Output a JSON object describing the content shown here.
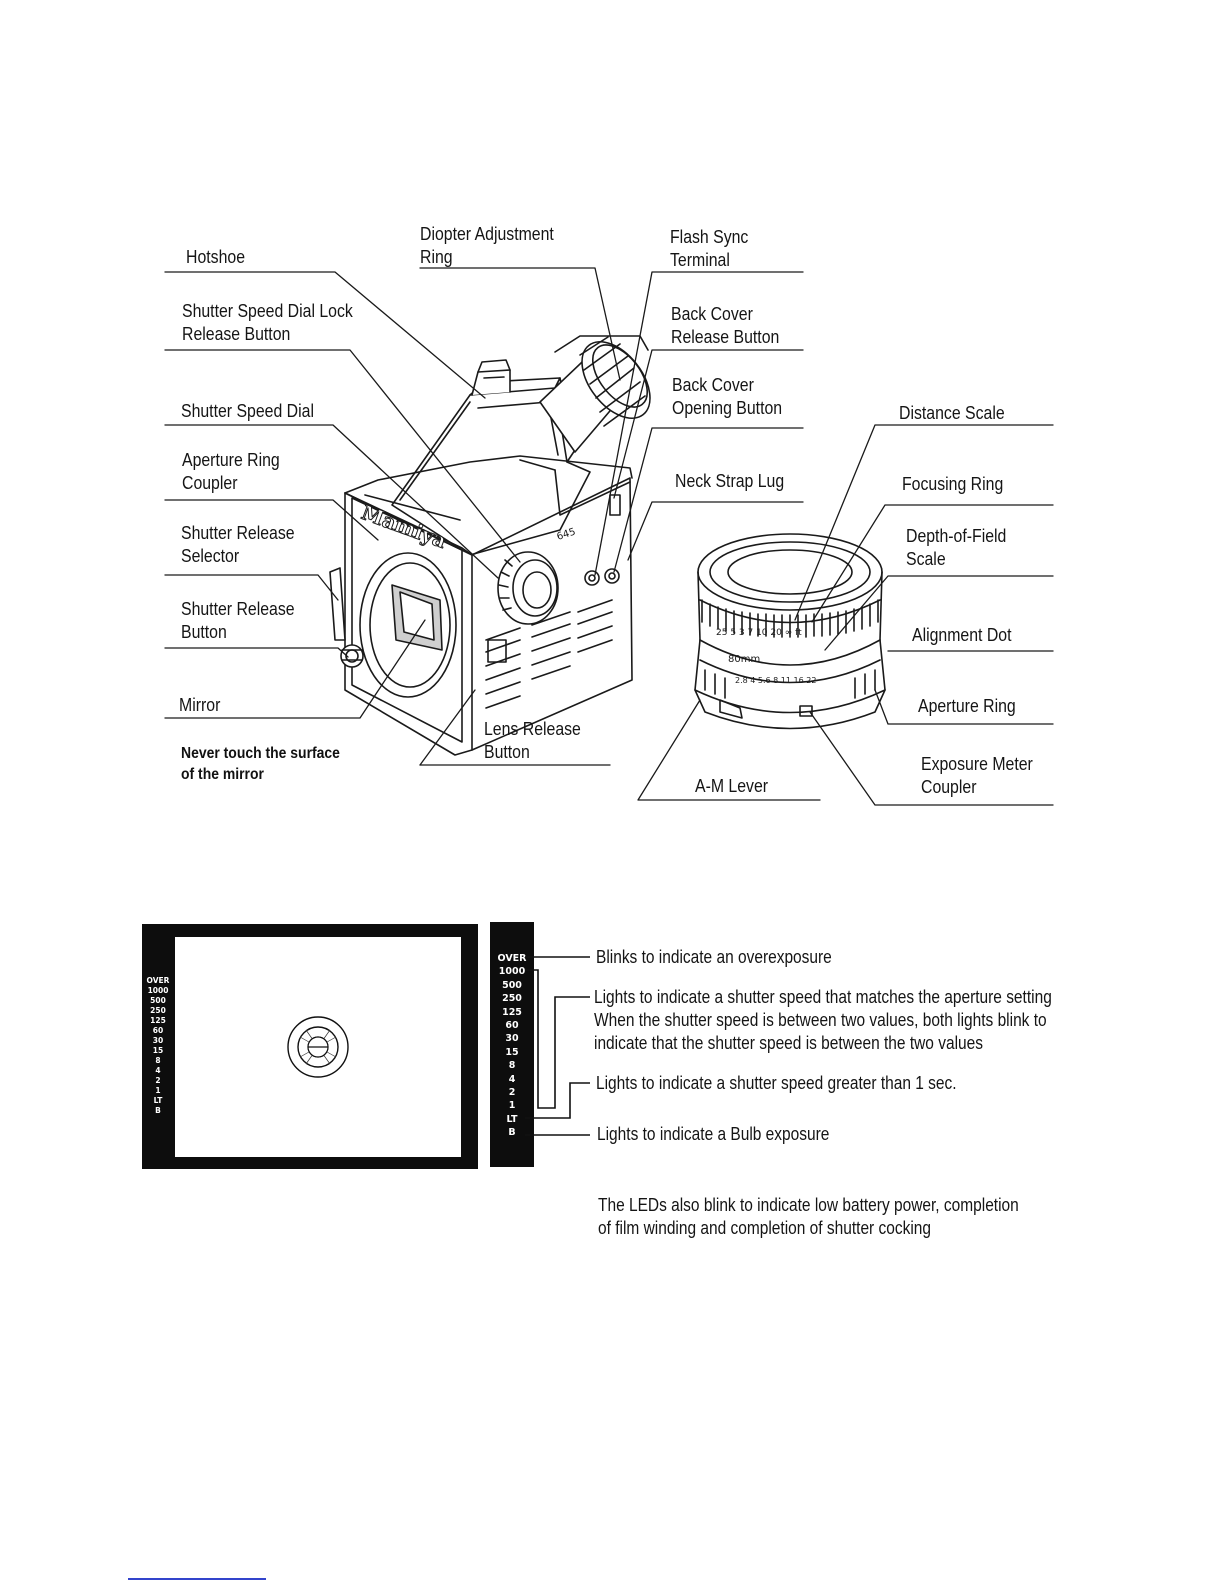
{
  "camera_labels": {
    "hotshoe": [
      "Hotshoe"
    ],
    "shutter_speed_dial_lock": [
      "Shutter Speed Dial Lock",
      "Release Button"
    ],
    "shutter_speed_dial": [
      "Shutter Speed Dial"
    ],
    "aperture_ring_coupler": [
      "Aperture Ring",
      "Coupler"
    ],
    "shutter_release_selector": [
      "Shutter Release",
      "Selector"
    ],
    "shutter_release_button": [
      "Shutter Release",
      "Button"
    ],
    "mirror": [
      "Mirror"
    ],
    "mirror_warning": [
      "Never touch the surface",
      "of the mirror"
    ],
    "diopter_adjustment_ring": [
      "Diopter Adjustment",
      "Ring"
    ],
    "lens_release_button": [
      "Lens Release",
      "Button"
    ],
    "flash_sync_terminal": [
      "Flash Sync",
      "Terminal"
    ],
    "back_cover_release_button": [
      "Back Cover",
      "Release Button"
    ],
    "back_cover_opening_button": [
      "Back Cover",
      "Opening Button"
    ],
    "neck_strap_lug": [
      "Neck Strap Lug"
    ],
    "am_lever": [
      "A-M Lever"
    ]
  },
  "lens_labels": {
    "distance_scale": [
      "Distance Scale"
    ],
    "focusing_ring": [
      "Focusing Ring"
    ],
    "depth_of_field_scale": [
      "Depth-of-Field",
      "Scale"
    ],
    "alignment_dot": [
      "Alignment Dot"
    ],
    "aperture_ring": [
      "Aperture Ring"
    ],
    "exposure_meter_coupler": [
      "Exposure Meter",
      "Coupler"
    ]
  },
  "camera_markings": {
    "brand": "Mamiya",
    "model": "645"
  },
  "lens_markings": {
    "focal_length": "80mm",
    "distance_scale": "25 5 3 7 10 20 ∞ ft",
    "aperture_scale": "2.8 4 5.6 8 11 16 22"
  },
  "viewfinder": {
    "led_scale": [
      "OVER",
      "1000",
      "500",
      "250",
      "125",
      "60",
      "30",
      "15",
      "8",
      "4",
      "2",
      "1",
      "LT",
      "B"
    ]
  },
  "annotations": {
    "over": [
      "Blinks to indicate an overexposure"
    ],
    "speed": [
      "Lights to indicate a shutter speed that matches the aperture setting",
      "When the shutter speed is between two values, both lights blink to",
      "indicate that the shutter speed is between the two values"
    ],
    "long": [
      "Lights to indicate a shutter speed greater than 1 sec."
    ],
    "bulb": [
      "Lights to indicate a Bulb exposure"
    ],
    "battery": [
      "The LEDs also blink to indicate low battery power, completion",
      "of film winding and completion of shutter cocking"
    ]
  }
}
